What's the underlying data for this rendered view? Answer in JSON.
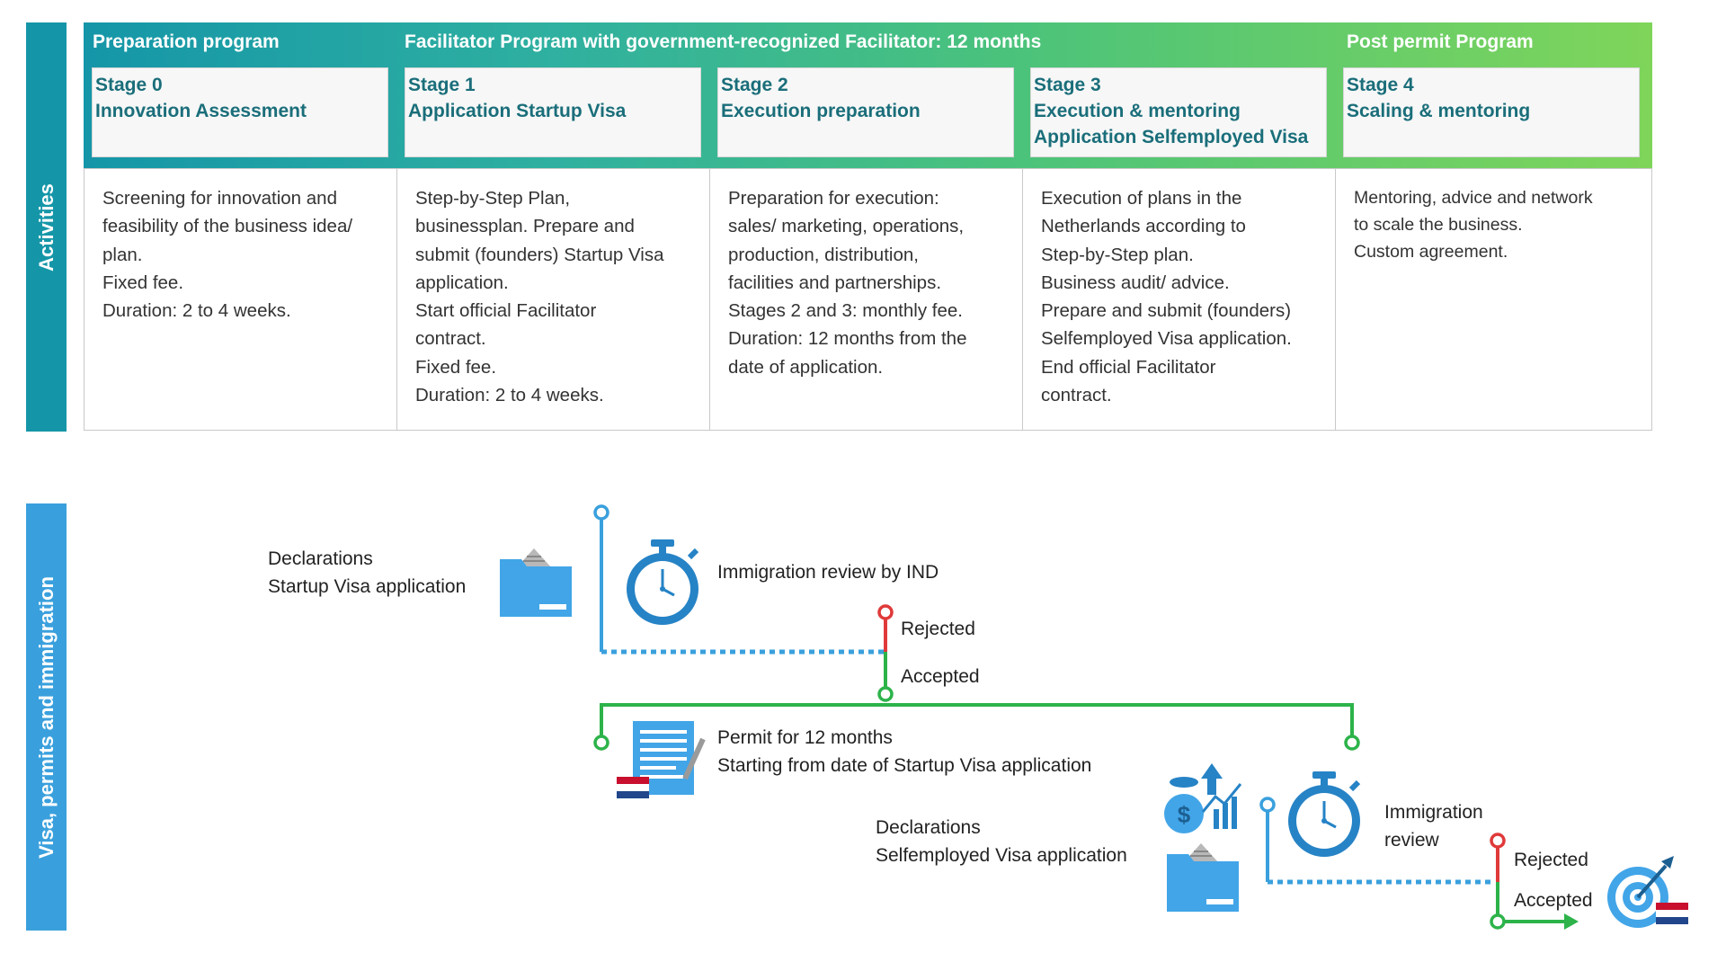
{
  "side_labels": {
    "activities": "Activities",
    "visa": "Visa, permits and immigration"
  },
  "programs": {
    "preparation": "Preparation program",
    "facilitator": "Facilitator Program with government-recognized Facilitator: 12 months",
    "post_permit": "Post permit Program"
  },
  "stages": [
    {
      "number": "Stage 0",
      "title_lines": [
        "Innovation Assessment"
      ]
    },
    {
      "number": "Stage 1",
      "title_lines": [
        "Application Startup Visa"
      ]
    },
    {
      "number": "Stage 2",
      "title_lines": [
        "Execution preparation"
      ]
    },
    {
      "number": "Stage 3",
      "title_lines": [
        "Execution & mentoring",
        "Application Selfemployed Visa"
      ]
    },
    {
      "number": "Stage 4",
      "title_lines": [
        "Scaling & mentoring"
      ]
    }
  ],
  "descriptions": [
    [
      "Screening for innovation and",
      "feasibility of the business idea/",
      "plan.",
      "Fixed fee.",
      "Duration: 2 to 4 weeks."
    ],
    [
      "Step-by-Step Plan,",
      "businessplan. Prepare and",
      "submit (founders) Startup Visa",
      "application.",
      "Start official Facilitator",
      "contract.",
      "Fixed fee.",
      "Duration: 2 to 4 weeks."
    ],
    [
      "Preparation for execution:",
      "sales/ marketing,  operations,",
      "production, distribution,",
      "facilities and partnerships.",
      "Stages 2 and 3: monthly fee.",
      "Duration: 12 months from the",
      "date of application."
    ],
    [
      "Execution of plans in the",
      "Netherlands according to",
      "Step-by-Step plan.",
      "Business audit/ advice.",
      "Prepare and submit (founders)",
      "Selfemployed Visa application.",
      "End official Facilitator",
      "contract."
    ],
    [
      "Mentoring, advice and network",
      "to scale the business.",
      "Custom agreement."
    ]
  ],
  "flow": {
    "declarations_startup": [
      "Declarations",
      "Startup Visa application"
    ],
    "ind_review": "Immigration review by IND",
    "rejected_1": "Rejected",
    "accepted_1": "Accepted",
    "permit": [
      "Permit for 12 months",
      "Starting from date of Startup Visa application"
    ],
    "declarations_selfemployed": [
      "Declarations",
      "Selfemployed Visa application"
    ],
    "immigration_review": [
      "Immigration",
      "review"
    ],
    "rejected_2": "Rejected",
    "accepted_2": "Accepted"
  },
  "icons": [
    "folder-icon",
    "stopwatch-icon",
    "document-pen-icon",
    "dutch-flag-icon",
    "money-bag-icon",
    "growth-chart-icon",
    "target-icon"
  ],
  "colors": {
    "teal": "#1596a8",
    "blue": "#3aa0dd",
    "green": "#2db34a",
    "red": "#e03a3a",
    "gradient_end": "#7fd55a"
  }
}
